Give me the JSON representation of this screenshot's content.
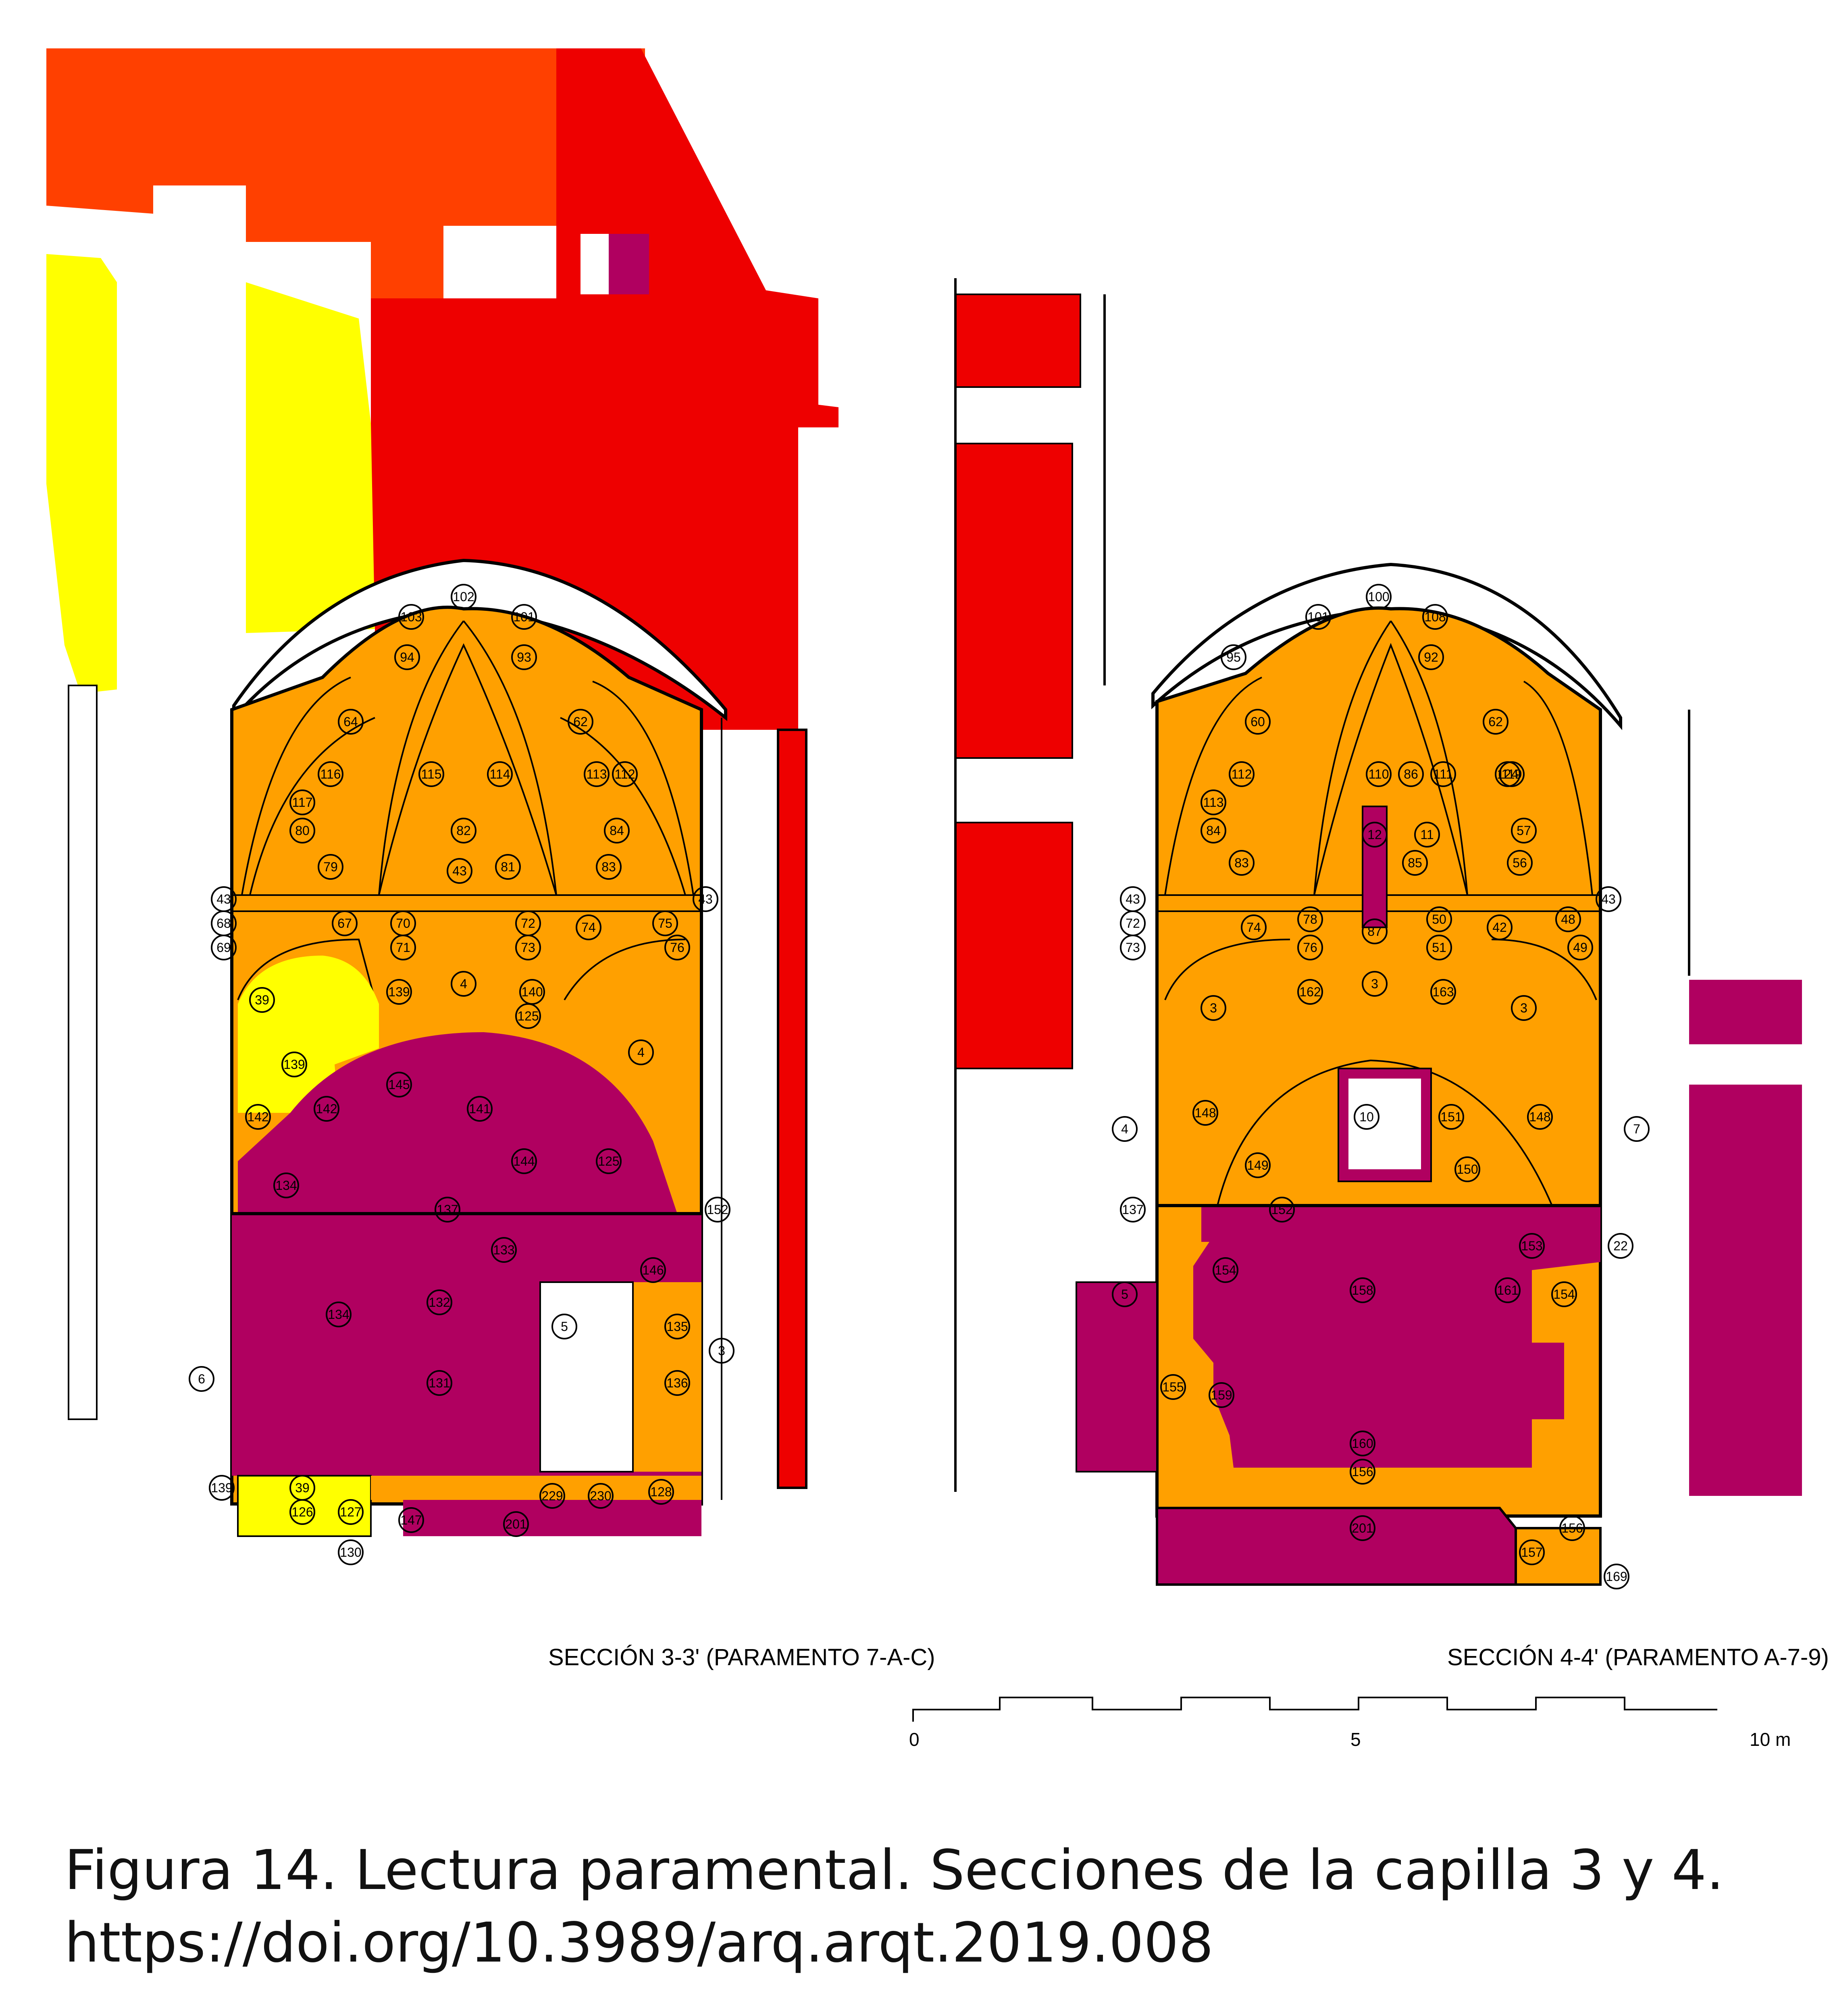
{
  "colors": {
    "orange_red": "#ff4000",
    "red": "#ee0000",
    "yellow": "#ffff00",
    "orange": "#ffa000",
    "magenta": "#b00060",
    "line": "#000000"
  },
  "sections": [
    {
      "title": "SECCIÓN 3-3' (PARAMENTO 7-A-C)"
    },
    {
      "title": "SECCIÓN  4-4' (PARAMENTO A-7-9)"
    }
  ],
  "scale": {
    "ticks": [
      "0",
      "5",
      "10 m"
    ]
  },
  "caption": {
    "line1": "Figura 14. Lectura paramental. Secciones de la capilla 3 y 4.",
    "line2": "https://doi.org/10.3989/arq.arqt.2019.008"
  },
  "labels": {
    "left": [
      "103",
      "102",
      "101",
      "94",
      "93",
      "64",
      "62",
      "116",
      "115",
      "114",
      "113",
      "112",
      "117",
      "80",
      "82",
      "84",
      "79",
      "81",
      "83",
      "43",
      "43",
      "43",
      "68",
      "69",
      "67",
      "70",
      "71",
      "72",
      "73",
      "74",
      "75",
      "76",
      "39",
      "139",
      "139",
      "4",
      "140",
      "125",
      "4",
      "145",
      "141",
      "142",
      "142",
      "144",
      "125",
      "134",
      "137",
      "152",
      "133",
      "146",
      "134",
      "132",
      "5",
      "135",
      "3",
      "6",
      "131",
      "136",
      "139",
      "39",
      "126",
      "127",
      "229",
      "230",
      "128",
      "147",
      "201",
      "130"
    ],
    "right": [
      "101",
      "100",
      "108",
      "95",
      "92",
      "60",
      "62",
      "112",
      "110",
      "86",
      "111",
      "119",
      "124",
      "113",
      "84",
      "12",
      "11",
      "57",
      "83",
      "85",
      "56",
      "43",
      "43",
      "72",
      "73",
      "74",
      "78",
      "87",
      "50",
      "42",
      "48",
      "76",
      "51",
      "49",
      "3",
      "162",
      "3",
      "163",
      "3",
      "148",
      "10",
      "151",
      "148",
      "4",
      "7",
      "149",
      "150",
      "137",
      "152",
      "153",
      "22",
      "154",
      "158",
      "161",
      "154",
      "5",
      "155",
      "159",
      "160",
      "156",
      "201",
      "156",
      "157",
      "169"
    ]
  }
}
